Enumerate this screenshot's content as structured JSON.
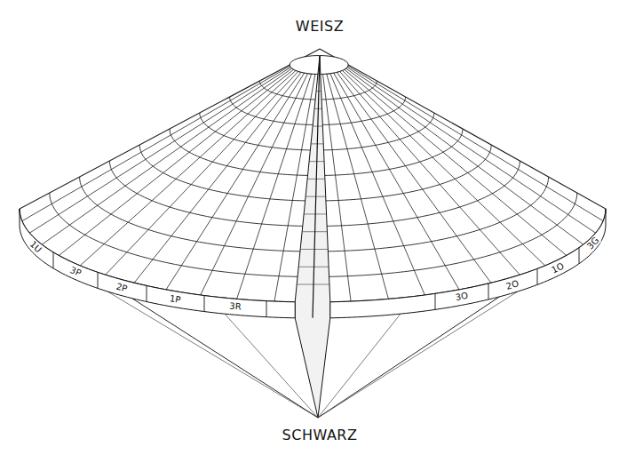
{
  "diagram": {
    "labels": [
      "WEISZ",
      "1U",
      "3P",
      "2P",
      "1P",
      "3R",
      "3O",
      "2O",
      "1O",
      "3G",
      "SCHWARZ"
    ]
  }
}
